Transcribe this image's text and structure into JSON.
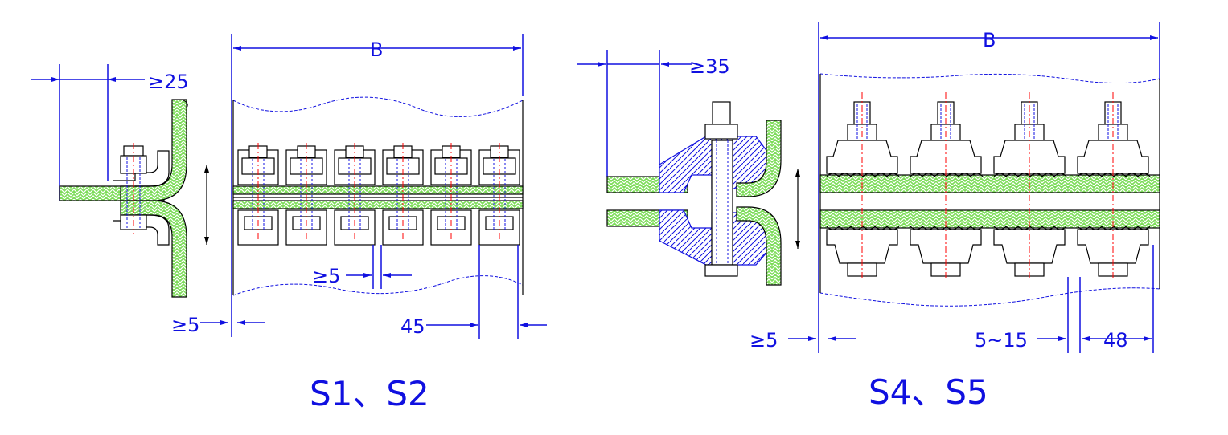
{
  "diagram": {
    "left": {
      "caption": "S1、S2",
      "dim_width": "B",
      "dim_top_gap": "≥25",
      "dim_between": "≥5",
      "dim_edge": "≥5",
      "dim_pitch": "45",
      "clamp_count": 6
    },
    "right": {
      "caption": "S4、S5",
      "dim_width": "B",
      "dim_top_gap": "≥35",
      "dim_edge": "≥5",
      "dim_gap": "5~15",
      "dim_pitch": "48",
      "clamp_count": 4
    },
    "colors": {
      "dimension": "#1010e0",
      "cable_fill": "#7ddc5a",
      "center_line": "#ff0000",
      "outline": "#000000"
    }
  }
}
